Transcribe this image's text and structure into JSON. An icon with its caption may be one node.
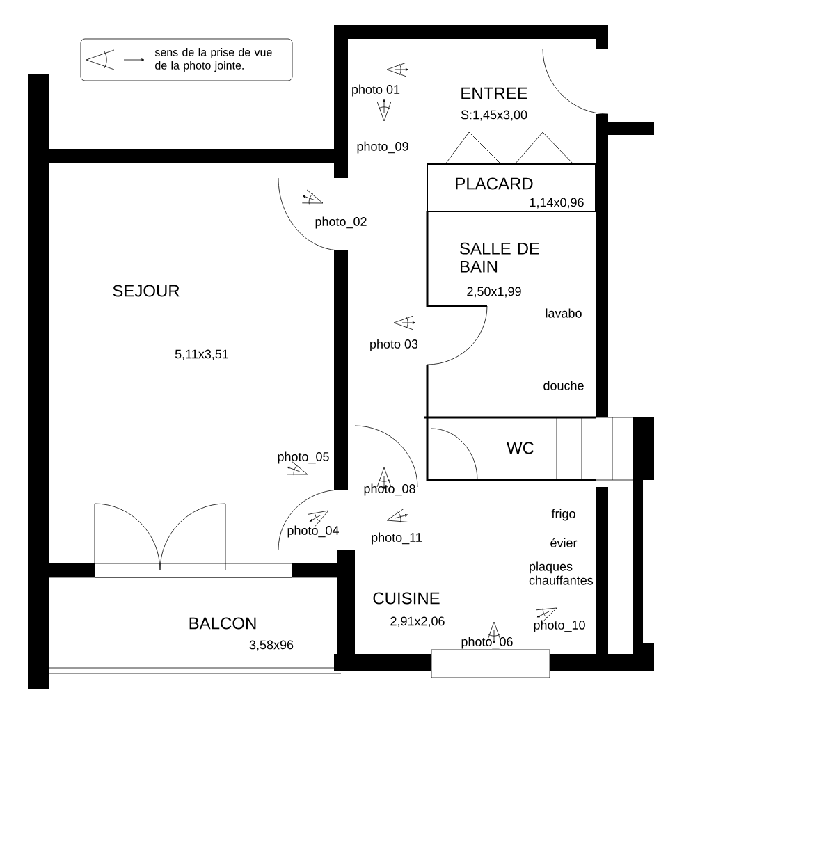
{
  "diagram": {
    "nodes": [
      {
        "text": [
          "ENTREE",
          "S:1,45x3,00"
        ]
      },
      {
        "text": [
          "PLACARD",
          "1,14x0,96"
        ]
      },
      {
        "text": [
          "SALLE DE BAIN",
          "2,50x1,99"
        ]
      },
      {
        "text": [
          "SEJOUR",
          "5,11x3,51"
        ]
      },
      {
        "text": [
          "WC"
        ]
      },
      {
        "text": [
          "CUISINE",
          "2,91x2,06"
        ]
      },
      {
        "text": [
          "BALCON",
          "3,58x96"
        ]
      }
    ],
    "edges": [],
    "labels": [
      "photo 01",
      "photo_09",
      "photo_02",
      "lavabo",
      "photo 03",
      "douche",
      "photo_05",
      "photo_08",
      "photo_04",
      "photo_11",
      "frigo",
      "évier",
      "plaques chauffantes",
      "photo_10",
      "photo_06"
    ],
    "legend": [
      {
        "text": "sens de la prise de vue de la photo jointe."
      }
    ]
  }
}
